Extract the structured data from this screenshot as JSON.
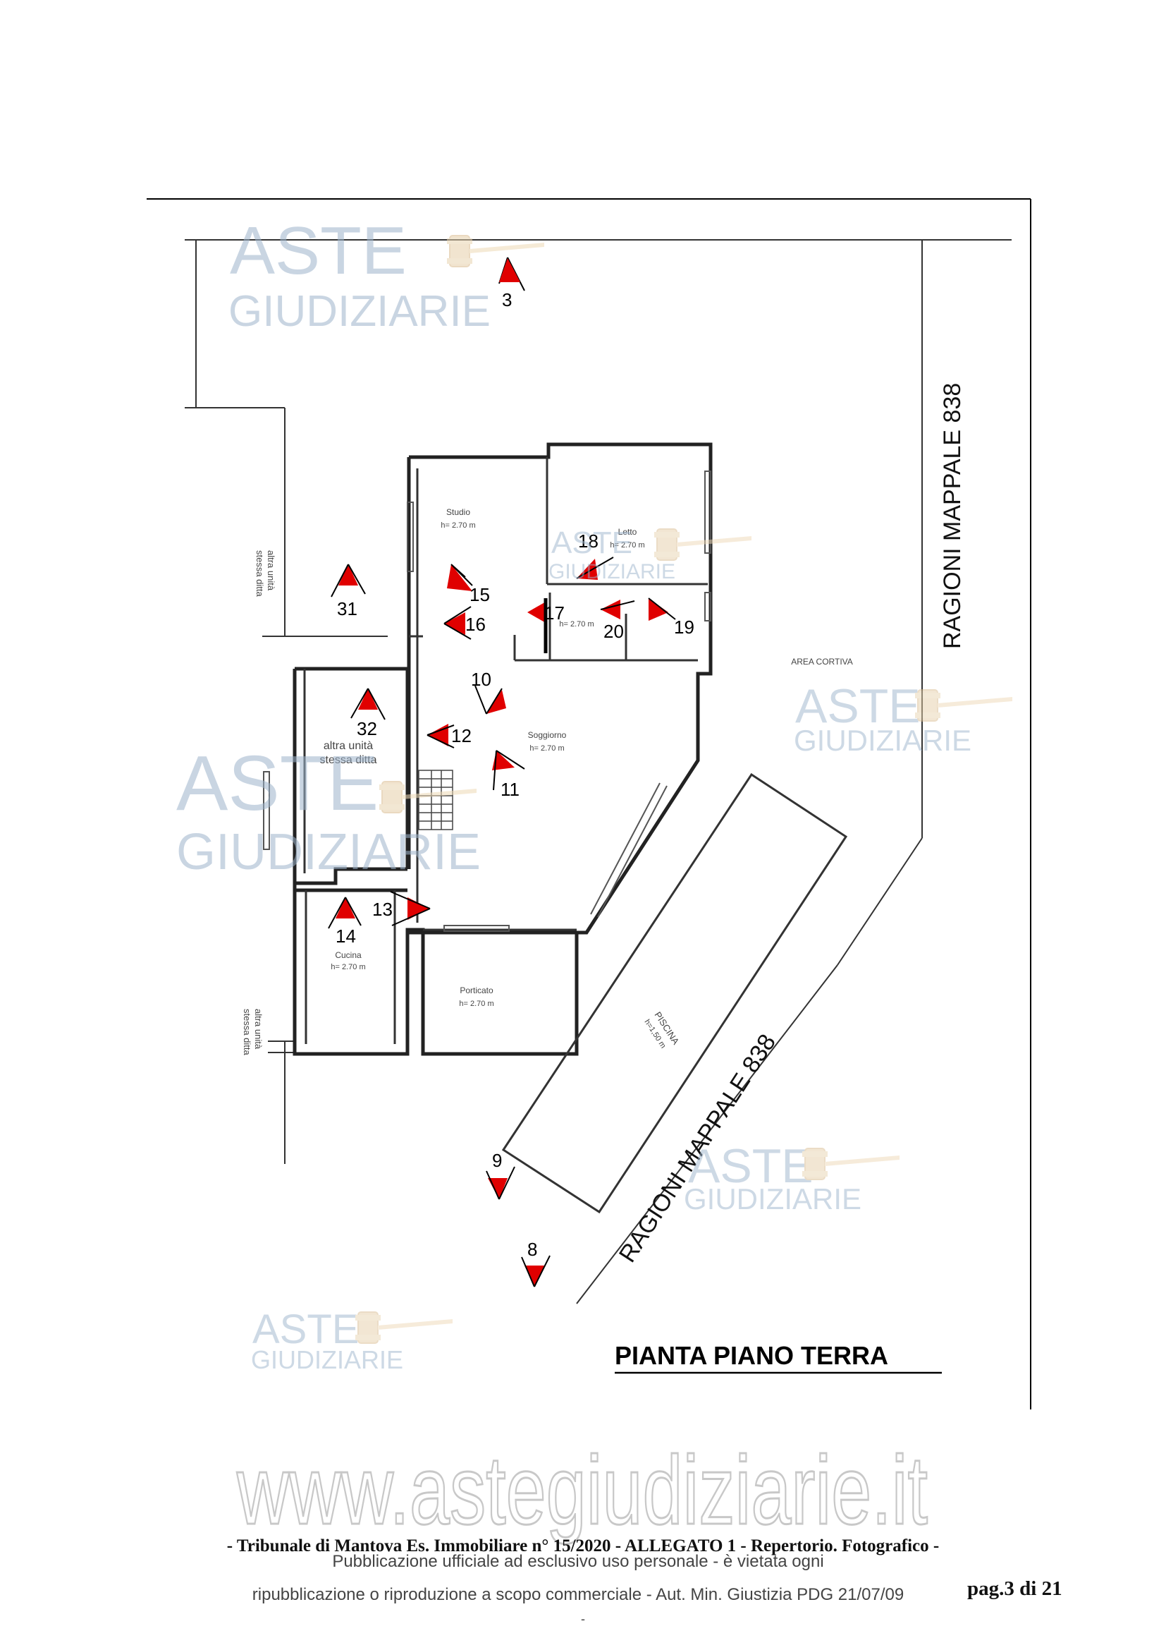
{
  "plan": {
    "title": "PIANTA PIANO TERRA",
    "neighbor_top": "RAGIONI MAPPALE 838",
    "neighbor_bottom": "RAGIONI MAPPALE 838",
    "area": "AREA CORTIVA",
    "pool": {
      "name": "PISCINA",
      "h": "h=1,50 m"
    },
    "rooms": [
      {
        "name": "Studio",
        "h": "h= 2.70 m"
      },
      {
        "name": "Letto",
        "h": "h= 2.70 m"
      },
      {
        "name": "Soggiorno",
        "h": "h= 2.70 m"
      },
      {
        "name": "Cucina",
        "h": "h= 2.70 m"
      },
      {
        "name": "Porticato",
        "h": "h= 2.70 m"
      }
    ],
    "bath_h": "h= 2.70 m",
    "other_unit": [
      "altra unità",
      "stessa ditta"
    ],
    "other_unit_side": [
      "altra unità",
      "stessa ditta"
    ],
    "other_unit_side2": [
      "altra unità",
      "stessa ditta"
    ],
    "markers": [
      "3",
      "15",
      "16",
      "17",
      "18",
      "19",
      "20",
      "10",
      "11",
      "12",
      "13",
      "14",
      "31",
      "32",
      "9",
      "8"
    ],
    "watermark": [
      "ASTE",
      "GIUDIZIARIE"
    ]
  },
  "footer": {
    "watermark_url": "www.astegiudiziarie.it",
    "title": "- Tribunale di Mantova Es. Immobiliare n° 15/2020   - ALLEGATO 1 - Repertorio. Fotografico -",
    "notice_line1": "Pubblicazione ufficiale ad esclusivo uso personale - è vietata ogni",
    "notice_line2": "ripubblicazione o riproduzione a scopo commerciale - Aut. Min. Giustizia PDG 21/07/09",
    "page": "pag.3 di 21",
    "dash": "-"
  }
}
